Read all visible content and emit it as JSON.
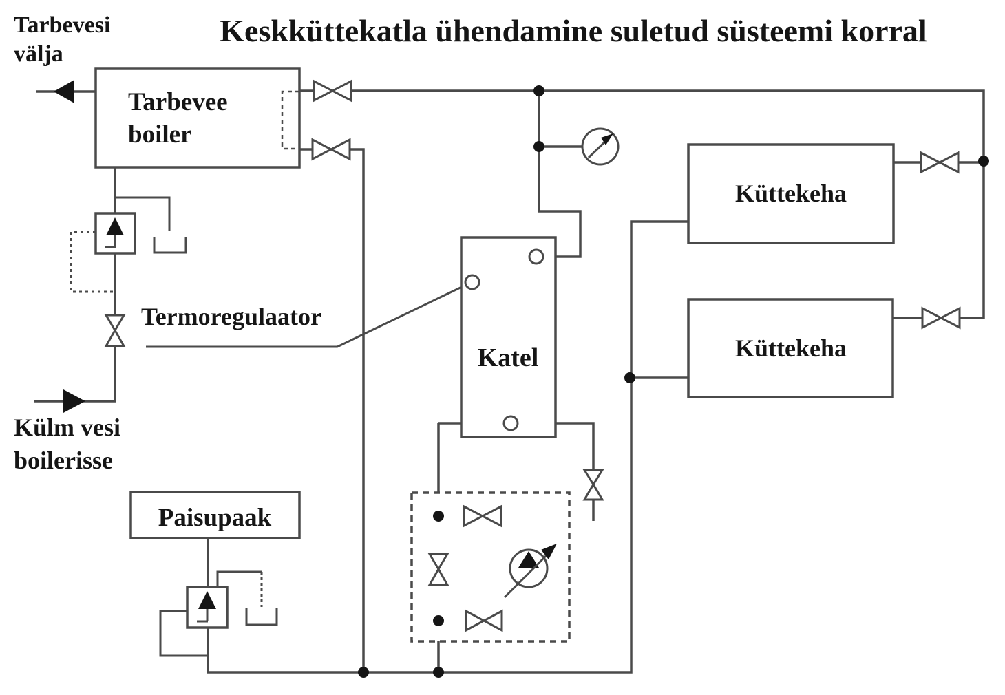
{
  "title": "Keskküttekatla ühendamine suletud süsteemi korral",
  "labels": {
    "outlet_line1": "Tarbevesi",
    "outlet_line2": "välja",
    "boiler_line1": "Tarbevee",
    "boiler_line2": "boiler",
    "thermoregulator": "Termoregulaator",
    "heat_boiler": "Katel",
    "radiator1": "Küttekeha",
    "radiator2": "Küttekeha",
    "expansion_tank": "Paisupaak",
    "cold_line1": "Külm vesi",
    "cold_line2": "boilerisse"
  },
  "colors": {
    "line": "#4a4a4a",
    "ink": "#151515",
    "background": "#ffffff"
  }
}
